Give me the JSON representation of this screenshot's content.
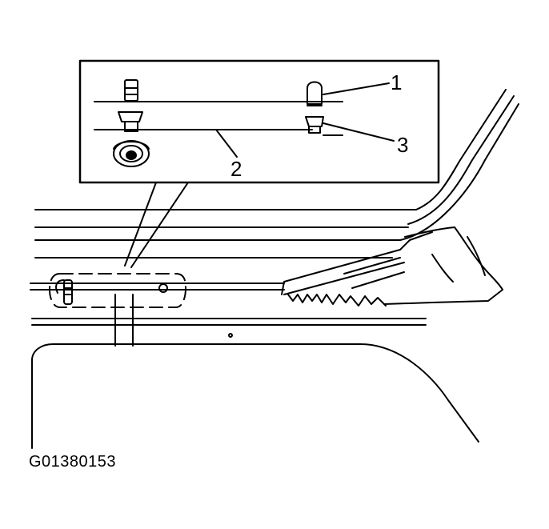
{
  "diagram": {
    "callouts": [
      {
        "id": "1",
        "label": "1"
      },
      {
        "id": "2",
        "label": "2"
      },
      {
        "id": "3",
        "label": "3"
      }
    ],
    "figure_code": "G01380153"
  }
}
